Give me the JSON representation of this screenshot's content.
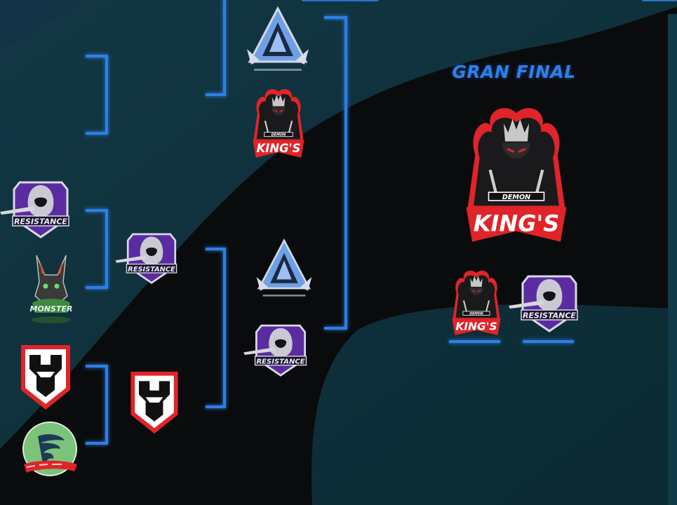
{
  "colors": {
    "background": "#0c2a33",
    "band": "#0a0b0c",
    "bracket_line": "#2f7fe6",
    "title": "#2f7fe6",
    "accent_red": "#e0242a"
  },
  "bracket": {
    "final_title": "GRAN FINAL"
  },
  "teams": {
    "resistance": {
      "name": "RESISTANCE",
      "icon": "hooded-assassin-logo"
    },
    "monster": {
      "name": "MONSTER",
      "icon": "wolf-skull-logo"
    },
    "hero_shield": {
      "name": "",
      "icon": "red-white-shield-logo"
    },
    "art_esports": {
      "name": "",
      "icon": "green-tornado-logo"
    },
    "demon_kings": {
      "name": "KING'S",
      "subtitle": "DEMON",
      "icon": "demon-king-logo"
    },
    "triangle_esports": {
      "name": "",
      "icon": "blue-spiked-triangle-logo"
    }
  },
  "rounds": {
    "quarterfinals": [
      {
        "top": "",
        "bottom": ""
      },
      {
        "top": "resistance",
        "bottom": "monster"
      },
      {
        "top": "hero_shield",
        "bottom": "art_esports"
      }
    ],
    "semifinals": [
      {
        "winner": "resistance"
      },
      {
        "winner": "hero_shield"
      }
    ],
    "upper_final": [
      {
        "top": "triangle_esports",
        "bottom": "demon_kings"
      },
      {
        "top": "triangle_esports",
        "bottom": "resistance"
      }
    ],
    "grand_final": {
      "champion": "demon_kings",
      "finalists": [
        "demon_kings",
        "resistance"
      ]
    }
  }
}
